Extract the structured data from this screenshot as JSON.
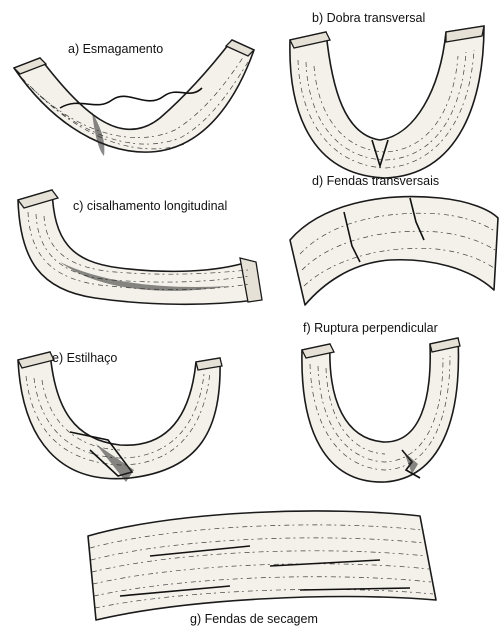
{
  "labels": {
    "a": "a) Esmagamento",
    "b": "b) Dobra transversal",
    "c": "c) cisalhamento longitudinal",
    "d": "d) Fendas transversais",
    "e": "e) Estilhaço",
    "f": "f) Ruptura perpendicular",
    "g": "g) Fendas de secagem"
  }
}
